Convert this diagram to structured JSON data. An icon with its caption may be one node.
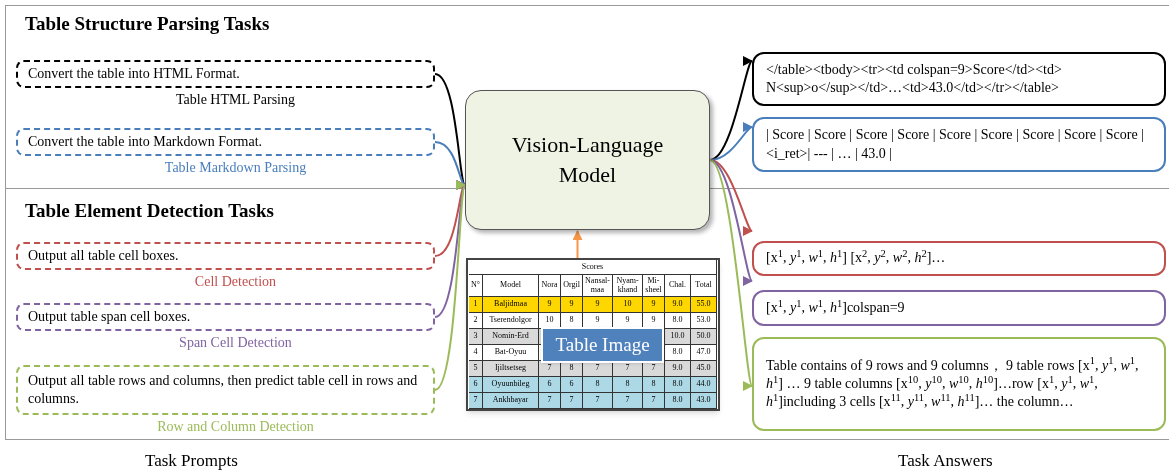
{
  "diagram": {
    "nodes": [
      {
        "text": [
          "Convert the table into HTML Format."
        ],
        "beside": [
          "Table HTML Parsing"
        ]
      },
      {
        "text": [
          "Convert the table into Markdown Format."
        ],
        "beside": [
          "Table Markdown Parsing"
        ]
      },
      {
        "text": [
          "Output all table cell boxes."
        ],
        "beside": [
          "Cell Detection"
        ]
      },
      {
        "text": [
          "Output table span cell boxes."
        ],
        "beside": [
          "Span Cell Detection"
        ]
      },
      {
        "text": [
          "Output all table rows and columns, then predict table cell in rows and columns."
        ],
        "beside": [
          "Row and Column Detection"
        ]
      },
      {
        "text": [
          "Vision-Language Model"
        ]
      },
      {
        "text": [],
        "shape": "picture"
      },
      {
        "text": [
          "Table Image"
        ],
        "in": 6
      },
      {
        "text": [
          "</table><tbody><tr><td colspan=9>Score</td><td> N<sup>o</sup></td>…<td>43.0</td></tr></table>"
        ]
      },
      {
        "text": [
          "| Score | Score | Score | Score | Score | Score | Score | Score | Score |<i_ret>| --- | … | 43.0 |"
        ]
      },
      {
        "text": [
          "[x$^{1}$, *y*$^{1}$, *w*$^{1}$, *h*$^{1}$] [x$^{2}$, *y*$^{2}$, *w*$^{2}$, *h*$^{2}$]…"
        ]
      },
      {
        "text": [
          "[x$^{1}$, *y*$^{1}$, *w*$^{1}$, *h*$^{1}$]colspan=9"
        ]
      },
      {
        "text": [
          "Table contains of 9 rows and 9 columns， 9 table rows [x$^{1}$, *y*$^{1}$, *w*$^{1}$, *h*$^{1}$] … 9 table columns [x$^{10}$, *y*$^{10}$, *w*$^{10}$, *h*$^{10}$]…row [x$^{1}$, *y*$^{1}$, *w*$^{1}$, *h*$^{1}$]including 3 cells [x$^{11}$, *y*$^{11}$, *w*$^{11}$, *h*$^{11}$]… the column…"
        ]
      }
    ],
    "edges": [
      {
        "from": 0,
        "to": 5,
        "arrow": "to",
        "color": "#000000"
      },
      {
        "from": 1,
        "to": 5,
        "arrow": "to",
        "color": "#4a7ebb"
      },
      {
        "from": 2,
        "to": 5,
        "arrow": "to",
        "color": "#c0504d"
      },
      {
        "from": 3,
        "to": 5,
        "arrow": "to",
        "color": "#8064a2"
      },
      {
        "from": 4,
        "to": 5,
        "arrow": "to",
        "color": "#9bbb59"
      },
      {
        "from": 6,
        "to": 5,
        "arrow": "to",
        "color": "#f79646"
      },
      {
        "from": 5,
        "to": 8,
        "arrow": "to",
        "color": "#000000"
      },
      {
        "from": 5,
        "to": 9,
        "arrow": "to",
        "color": "#4a7ebb"
      },
      {
        "from": 5,
        "to": 10,
        "arrow": "to",
        "color": "#c0504d"
      },
      {
        "from": 5,
        "to": 11,
        "arrow": "to",
        "color": "#8064a2"
      },
      {
        "from": 5,
        "to": 12,
        "arrow": "to",
        "color": "#9bbb59"
      }
    ],
    "labels": [
      "Table Structure Parsing Tasks",
      "Table Element Detection Tasks",
      "Scores",
      "N°",
      "Model",
      "Nora",
      "Orgil",
      "Nansal-maa",
      "Nyam-khand",
      "Mi-sheel",
      "Chal.",
      "Total",
      "1",
      "Baljidmaa",
      "9",
      "9",
      "9",
      "10",
      "9",
      "9.0",
      "55.0",
      "2",
      "Tserendolgor",
      "10",
      "8",
      "9",
      "9",
      "9",
      "8.0",
      "53.0",
      "3",
      "Nomin-Erd",
      "10.0",
      "50.0",
      "4",
      "Bat-Oyuu",
      "8.0",
      "47.0",
      "5",
      "Ijiltsetseg",
      "7",
      "8",
      "7",
      "7",
      "7",
      "9.0",
      "45.0",
      "6",
      "Oyuunbileg",
      "6",
      "6",
      "8",
      "8",
      "8",
      "8.0",
      "44.0",
      "7",
      "Ankhbayar",
      "7",
      "7",
      "7",
      "7",
      "7",
      "8.0",
      "43.0",
      "Task Prompts",
      "Task Answers"
    ]
  }
}
